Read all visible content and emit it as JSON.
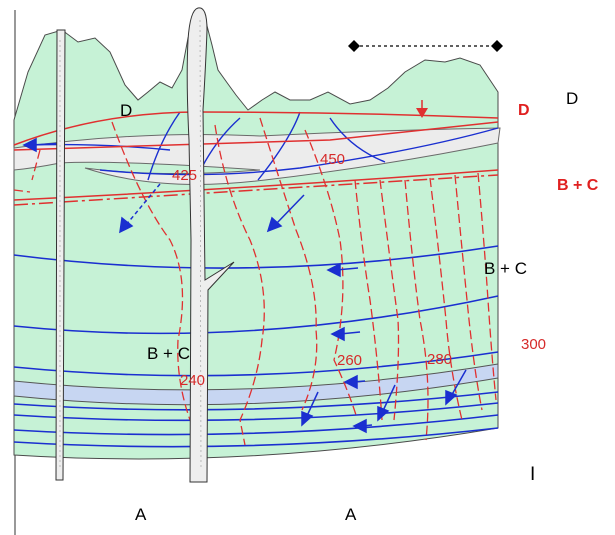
{
  "colors": {
    "terrain_fill": "#c6f2d6",
    "terrain_stroke": "#4a4a4a",
    "blue_line": "#1a2fd0",
    "red_line": "#e03030",
    "layer_grey": "#ececec",
    "layer_blue": "#c7d6f2",
    "label_red": "#d62a2a",
    "text_black": "#000000"
  },
  "labels": {
    "d_inner": "D",
    "d_right_red": "D",
    "d_right_black": "D",
    "bc_right_red": "B + C",
    "bc_mid": "B + C",
    "bc_lower": "B + C",
    "a_left": "A",
    "a_mid": "A",
    "right_mark": "I"
  },
  "contours": [
    "425",
    "450",
    "240",
    "260",
    "280",
    "300"
  ]
}
